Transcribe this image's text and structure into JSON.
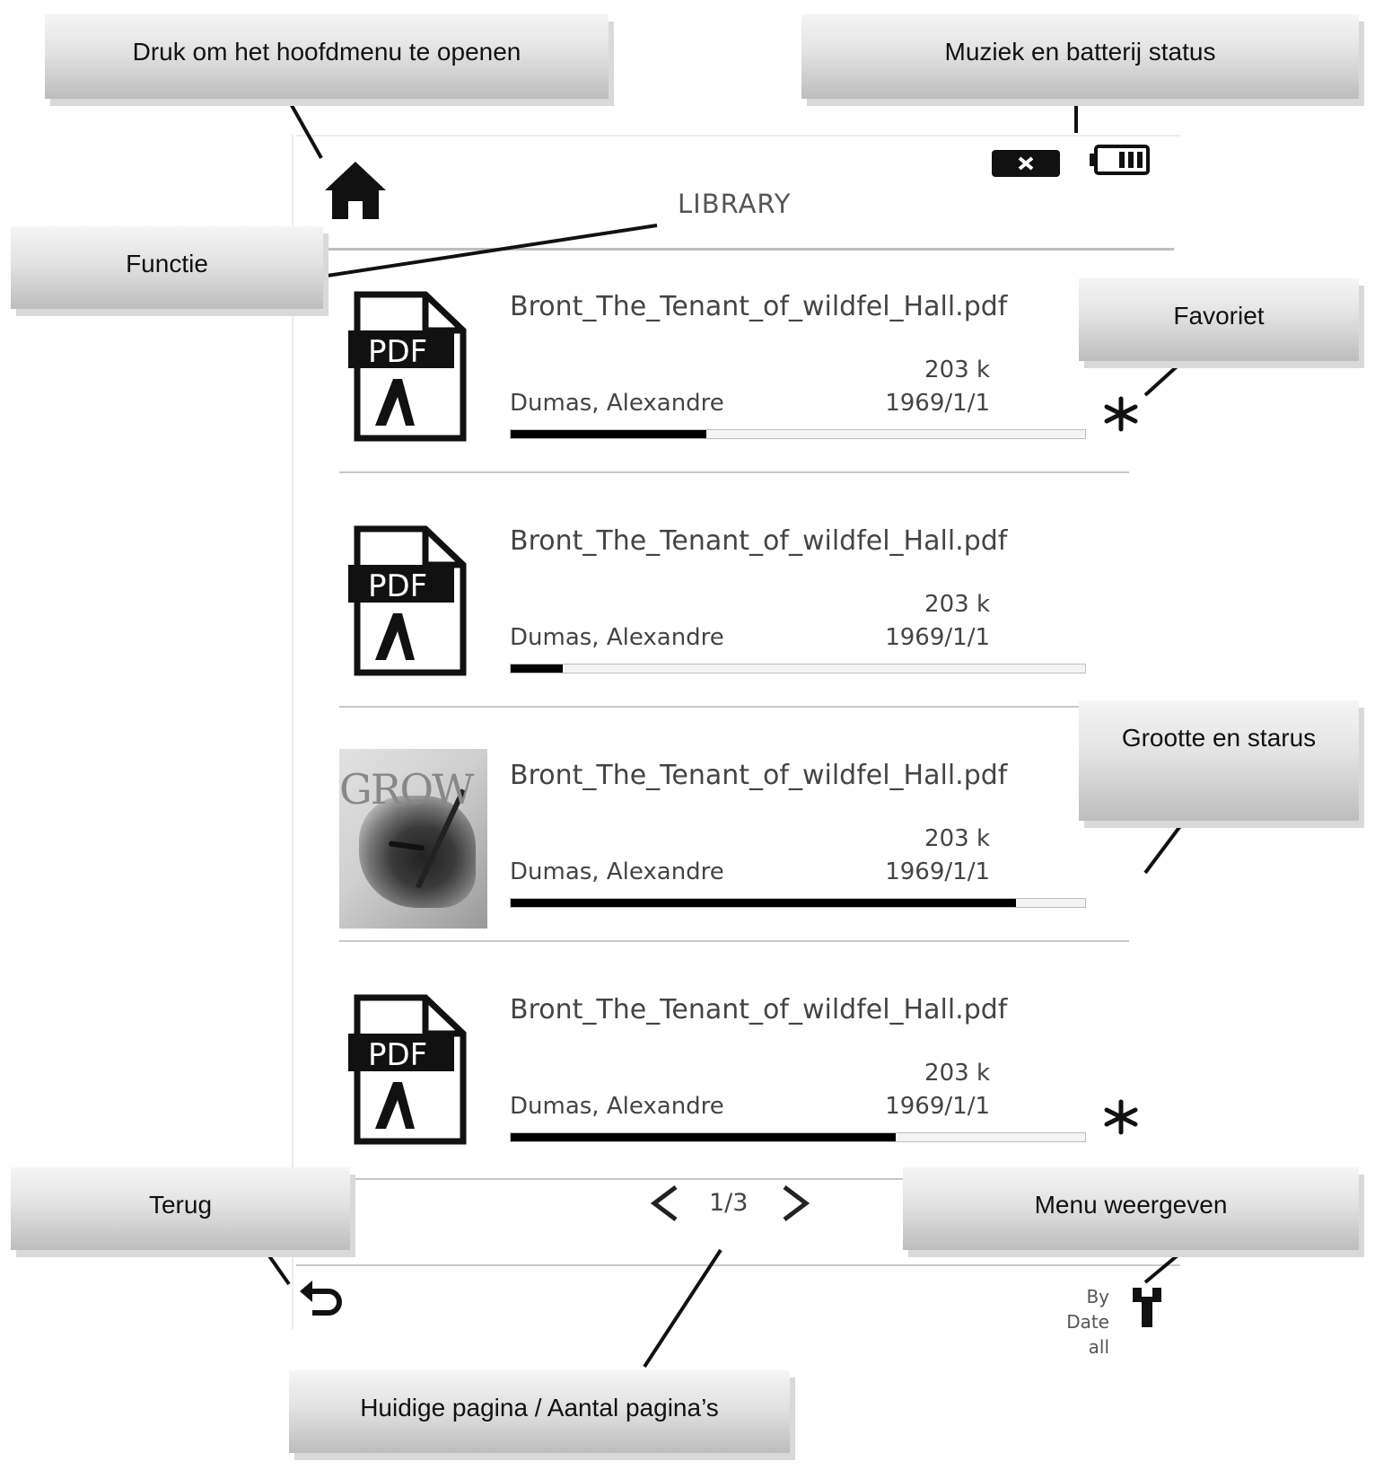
{
  "callouts": {
    "main_menu": "Druk om het hoofdmenu te openen",
    "music_battery": "Muziek en batterij status",
    "function": "Functie",
    "favorite": "Favoriet",
    "size_status": "Grootte en starus",
    "back": "Terug",
    "display_menu": "Menu weergeven",
    "current_page": "Huidige pagina / Aantal pagina’s"
  },
  "header": {
    "title": "LIBRARY"
  },
  "books": [
    {
      "thumbnail": "pdf-icon",
      "pdf_label": "PDF",
      "file_name": "Bront_The_Tenant_of_wildfel_Hall.pdf",
      "author": "Dumas, Alexandre",
      "size": "203 k",
      "date": "1969/1/1",
      "progress": 0.34,
      "favorite": true
    },
    {
      "thumbnail": "pdf-icon",
      "pdf_label": "PDF",
      "file_name": "Bront_The_Tenant_of_wildfel_Hall.pdf",
      "author": "Dumas, Alexandre",
      "size": "203 k",
      "date": "1969/1/1",
      "progress": 0.09,
      "favorite": false
    },
    {
      "thumbnail": "cover-image",
      "cover_text": "GROW",
      "file_name": "Bront_The_Tenant_of_wildfel_Hall.pdf",
      "author": "Dumas, Alexandre",
      "size": "203 k",
      "date": "1969/1/1",
      "progress": 0.88,
      "favorite": false
    },
    {
      "thumbnail": "pdf-icon",
      "pdf_label": "PDF",
      "file_name": "Bront_The_Tenant_of_wildfel_Hall.pdf",
      "author": "Dumas, Alexandre",
      "size": "203 k",
      "date": "1969/1/1",
      "progress": 0.67,
      "favorite": true
    }
  ],
  "pager": {
    "text": "1/3",
    "prev_icon": "chevron-left-icon",
    "next_icon": "chevron-right-icon"
  },
  "footer": {
    "sort_line1": "By Date",
    "sort_line2": "all"
  }
}
